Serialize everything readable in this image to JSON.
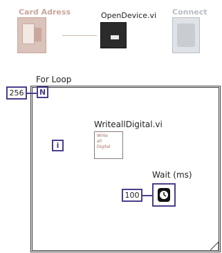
{
  "nodes": {
    "card_address": {
      "label": "Card Adress"
    },
    "open_device": {
      "label": "OpenDevice.vi"
    },
    "connect": {
      "label": "Connect"
    }
  },
  "for_loop": {
    "label": "For Loop",
    "count_constant": "256",
    "count_terminal": "N",
    "index_terminal": "i"
  },
  "write_digital": {
    "label": "WriteallDigital.vi",
    "icon_lines": [
      "Write",
      "all",
      "Digital"
    ]
  },
  "wait": {
    "label": "Wait (ms)",
    "constant": "100"
  },
  "colors": {
    "wire": "#4a3d8c",
    "card_faded": "#c9a79c",
    "connect_faded": "#b8bcc4",
    "loop_border": "#3a3a3a"
  },
  "icons": [
    "card-address-icon",
    "open-device-icon",
    "connect-icon",
    "clock-icon"
  ]
}
